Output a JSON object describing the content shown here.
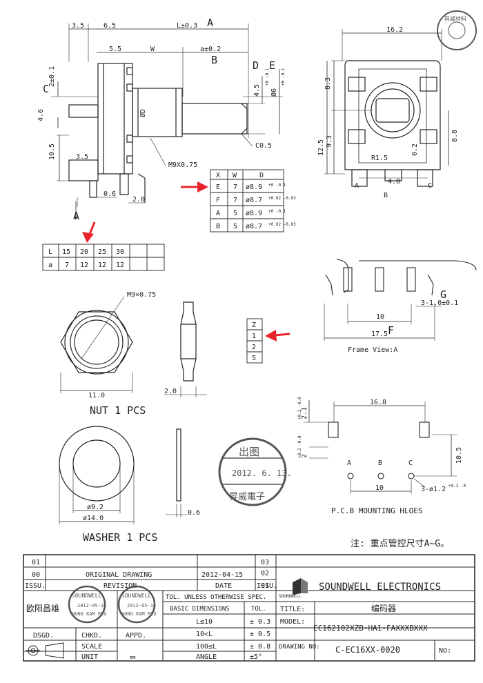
{
  "dims_top": {
    "d35": "3.5",
    "d65": "6.5",
    "L": "L±0.3",
    "A": "A",
    "d55": "5.5",
    "W": "W",
    "a": "a±0.2",
    "B": "B",
    "D": "D",
    "E": "E",
    "C": "C",
    "c2": "2±0.1",
    "d46": "4.6",
    "d105": "10.5",
    "d35b": "3.5",
    "d06": "0.6",
    "d20": "2.0",
    "phiD": "ØD",
    "h45": "4.5",
    "h45tol": "+0 -0.1",
    "phi6": "Ø6",
    "phi6tol": "+0 -0.1",
    "c05": "C0.5",
    "m9": "M9X0.75",
    "arrowA": "A"
  },
  "table_xwd": {
    "headers": [
      "X",
      "W",
      "D"
    ],
    "rows": [
      [
        "E",
        "7",
        "ø8.9",
        "+0 -0.1"
      ],
      [
        "F",
        "7",
        "ø8.7",
        "+0.02 -0.03"
      ],
      [
        "A",
        "5",
        "ø8.9",
        "+0 -0.1"
      ],
      [
        "B",
        "5",
        "ø8.7",
        "+0.02 -0.03"
      ]
    ]
  },
  "table_la": {
    "rows": [
      [
        "L",
        "15",
        "20",
        "25",
        "30",
        ""
      ],
      [
        "a",
        "7",
        "12",
        "12",
        "12",
        ""
      ]
    ]
  },
  "table_z": {
    "items": [
      "Z",
      "1",
      "2",
      "5"
    ]
  },
  "side": {
    "w162": "16.2",
    "d83": "8.3",
    "d93": "9.3",
    "d125": "12.5",
    "d88": "8.8",
    "r15": "R1.5",
    "d02": "0.2",
    "d40": "4.0",
    "pinA": "A",
    "pinB": "B",
    "pinC": "C"
  },
  "frame": {
    "d10": "10",
    "d175": "17.5",
    "F": "F",
    "G": "G",
    "g310": "3-1.0±0.1",
    "caption": "Frame View:A"
  },
  "nut": {
    "m9": "M9×0.75",
    "d110": "11.0",
    "d20": "2.0",
    "title": "NUT 1 PCS"
  },
  "pcb": {
    "d168": "16.8",
    "d21": "2.1",
    "d21tol": "+0.2 -0.0",
    "d2": "2",
    "d2tol": "+0.2 -0.0",
    "d105": "10.5",
    "d10": "10",
    "holes": "3-ø1.2",
    "holestol": "+0.2 -0",
    "pA": "A",
    "pB": "B",
    "pC": "C",
    "caption": "P.C.B MOUNTING HLOES"
  },
  "washer": {
    "d92": "ø9.2",
    "d140": "ø14.0",
    "d06": "0.6",
    "title": "WASHER  1 PCS"
  },
  "stamp_center": {
    "top": "出图",
    "date": "2012. 6. 13.",
    "bottom": "昇威電子"
  },
  "stamp_corner": {
    "text": "昇威材料"
  },
  "note": "注: 重点管控尺寸A~G。",
  "title_block": {
    "rev01": "01",
    "rev00": "00",
    "rev_desc": "ORIGINAL DRAWING",
    "rev_date": "2012-04-15",
    "issu": "ISSU.",
    "revision": "REVISION",
    "date_h": "DATE",
    "issu2": "ISSU.",
    "r03": "03",
    "r02": "02",
    "r01": "01",
    "dsgd": "DSGD.",
    "chkd": "CHKD.",
    "appd": "APPD.",
    "unit": "UNIT",
    "unit_val": "mm",
    "scale": "SCALE",
    "designer": "欧阳昌雄",
    "tol_title": "TOL. UNLESS OTHERWISE SPEC.",
    "basic": "BASIC DIMENSIONS",
    "tol": "TOL.",
    "tol_rows": [
      [
        "L≤10",
        "± 0.3"
      ],
      [
        "10<L",
        "± 0.5"
      ],
      [
        "100≤L",
        "± 0.8"
      ],
      [
        "ANGLE",
        "±5°"
      ]
    ],
    "company": "SOUNDWELL ELECTRONICS",
    "logo": "SOUNDWELL",
    "title_l": "TITLE:",
    "title_v": "编码器",
    "model_l": "MODEL:",
    "model_v": "EC162102XZB-HA1-FAXXXBXXX",
    "drawing_l": "DRAWING NO:",
    "drawing_v": "C-EC16XX-0020",
    "no_l": "NO:",
    "stamp1": [
      "SOUNDWELL",
      "2012-05-16",
      "HUNG KAM PIU"
    ],
    "stamp2": [
      "SOUNDWELL",
      "2012-05-16",
      "HUNG KAM PIU"
    ]
  },
  "colors": {
    "arrow": "#e8242a",
    "line": "#222222"
  }
}
